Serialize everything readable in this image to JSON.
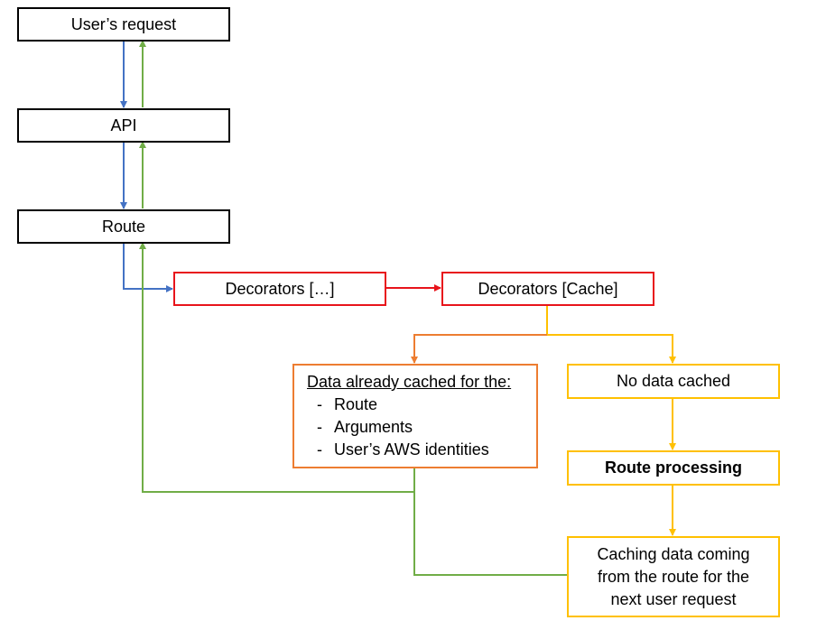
{
  "nodes": {
    "users_request": "User’s request",
    "api": "API",
    "route": "Route",
    "decorators_generic": "Decorators […]",
    "decorators_cache": "Decorators [Cache]",
    "cached": {
      "heading": "Data already cached for the:",
      "items": [
        "Route",
        "Arguments",
        "User’s AWS identities"
      ]
    },
    "no_data_cached": "No data cached",
    "route_processing": "Route processing",
    "caching_data": "Caching data coming from the route for the next user request"
  },
  "colors": {
    "request_arrow": "#4472c4",
    "response_arrow": "#70ad47",
    "decorator_border": "#e8141b",
    "cached_path": "#ed7d31",
    "uncached_path": "#ffc000"
  }
}
